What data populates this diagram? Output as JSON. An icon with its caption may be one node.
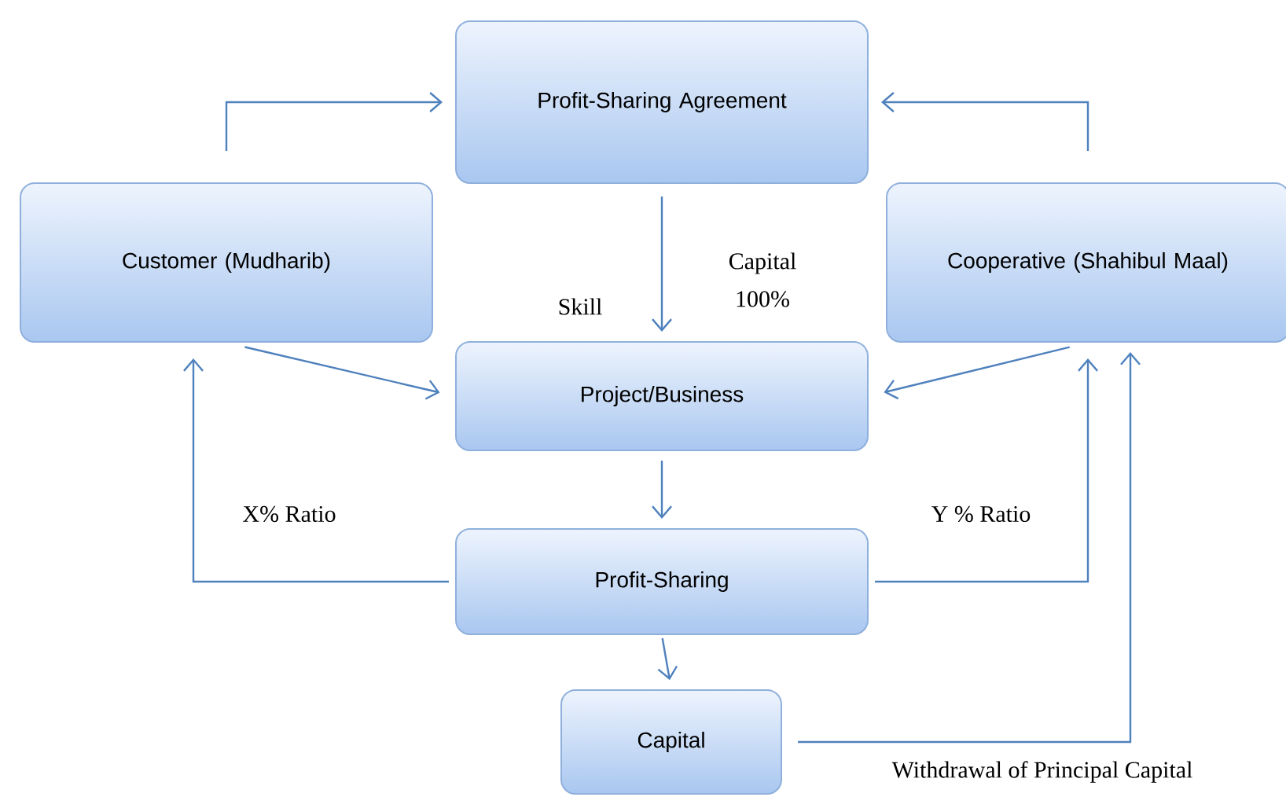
{
  "diagram": {
    "nodes": [
      {
        "text": [
          "Profit-Sharing Agreement"
        ]
      },
      {
        "text": [
          "Customer (Mudharib)"
        ]
      },
      {
        "text": [
          "Cooperative (Shahibul Maal)"
        ]
      },
      {
        "text": [
          "Project/Business"
        ]
      },
      {
        "text": [
          "Profit-Sharing"
        ]
      },
      {
        "text": [
          "Capital"
        ]
      }
    ],
    "edges": [
      {
        "from": 1,
        "to": 0,
        "arrow": "to"
      },
      {
        "from": 2,
        "to": 0,
        "arrow": "to"
      },
      {
        "from": 0,
        "to": 3,
        "arrow": "to"
      },
      {
        "from": 1,
        "to": 3,
        "arrow": "to"
      },
      {
        "from": 2,
        "to": 3,
        "arrow": "to"
      },
      {
        "from": 3,
        "to": 4,
        "arrow": "to"
      },
      {
        "from": 4,
        "to": 1,
        "arrow": "to",
        "label": "X% Ratio"
      },
      {
        "from": 4,
        "to": 2,
        "arrow": "to",
        "label": "Y % Ratio"
      },
      {
        "from": 4,
        "to": 5,
        "arrow": "to"
      },
      {
        "from": 5,
        "to": 2,
        "arrow": "to",
        "label": "Withdrawal of Principal Capital"
      }
    ],
    "labels": [
      "Capital 100%",
      "Skill"
    ]
  }
}
